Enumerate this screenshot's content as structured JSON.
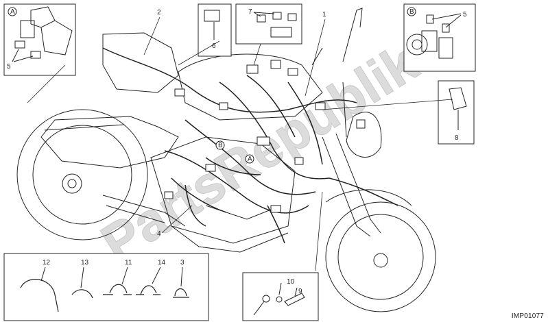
{
  "diagram": {
    "callouts": {
      "n1": "1",
      "n2": "2",
      "n3": "3",
      "n4": "4",
      "n5a": "5",
      "n5b": "5",
      "n6": "6",
      "n7": "7",
      "n8": "8",
      "n9": "9",
      "n10": "10",
      "n11": "11",
      "n12": "12",
      "n13": "13",
      "n14": "14"
    },
    "detail_markers": {
      "a_box": "A",
      "b_box": "B",
      "a_frame": "A",
      "b_frame": "B"
    },
    "reference_code": "IMP01077",
    "watermark": "PartsRepublik",
    "colors": {
      "line": "#222222",
      "watermark": "#d9d9d9",
      "background": "#ffffff"
    }
  }
}
